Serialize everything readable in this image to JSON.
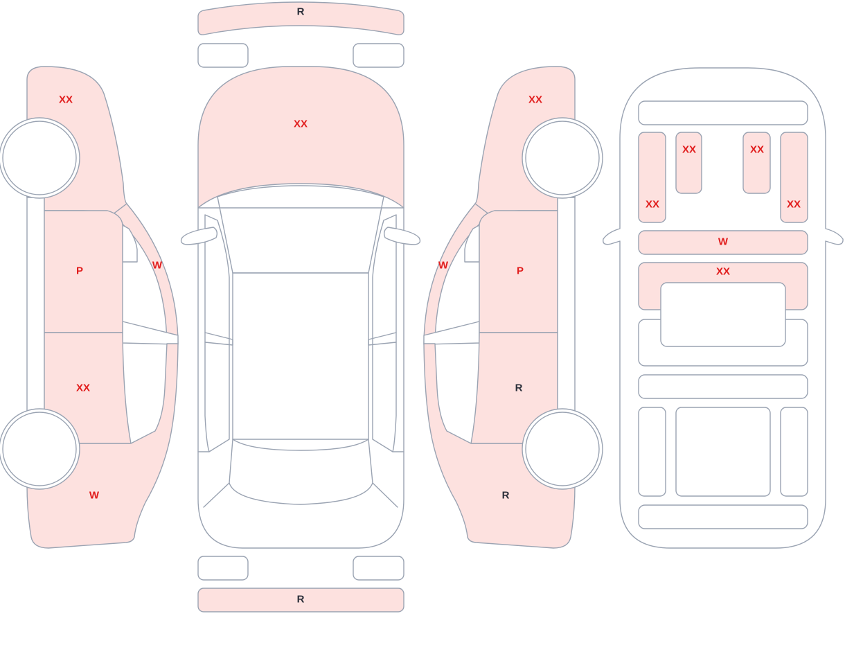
{
  "colors": {
    "damaged_fill": "#fde1df",
    "plain_fill": "#ffffff",
    "outline": "#9aa3b2",
    "label_red": "#e11d1d",
    "label_dark": "#2b2f3a"
  },
  "legend_codes": {
    "XX": "red",
    "P": "red",
    "W": "red",
    "R": "dark"
  },
  "views": {
    "left_side": {
      "front_fender": "XX",
      "front_door": "P",
      "rear_door": "XX",
      "rear_quarter": "W",
      "a_pillar": "W"
    },
    "top": {
      "front_bumper": "R",
      "hood": "XX",
      "rear_bumper": "R"
    },
    "right_side": {
      "front_fender": "XX",
      "front_door": "P",
      "rear_door": "R",
      "rear_quarter": "R",
      "a_pillar": "W"
    },
    "interior": {
      "left_front_seat": "XX",
      "left_rear_seat": "XX",
      "right_rear_seat": "XX",
      "right_front_seat": "XX",
      "dashboard": "W",
      "center_console": "XX"
    }
  }
}
